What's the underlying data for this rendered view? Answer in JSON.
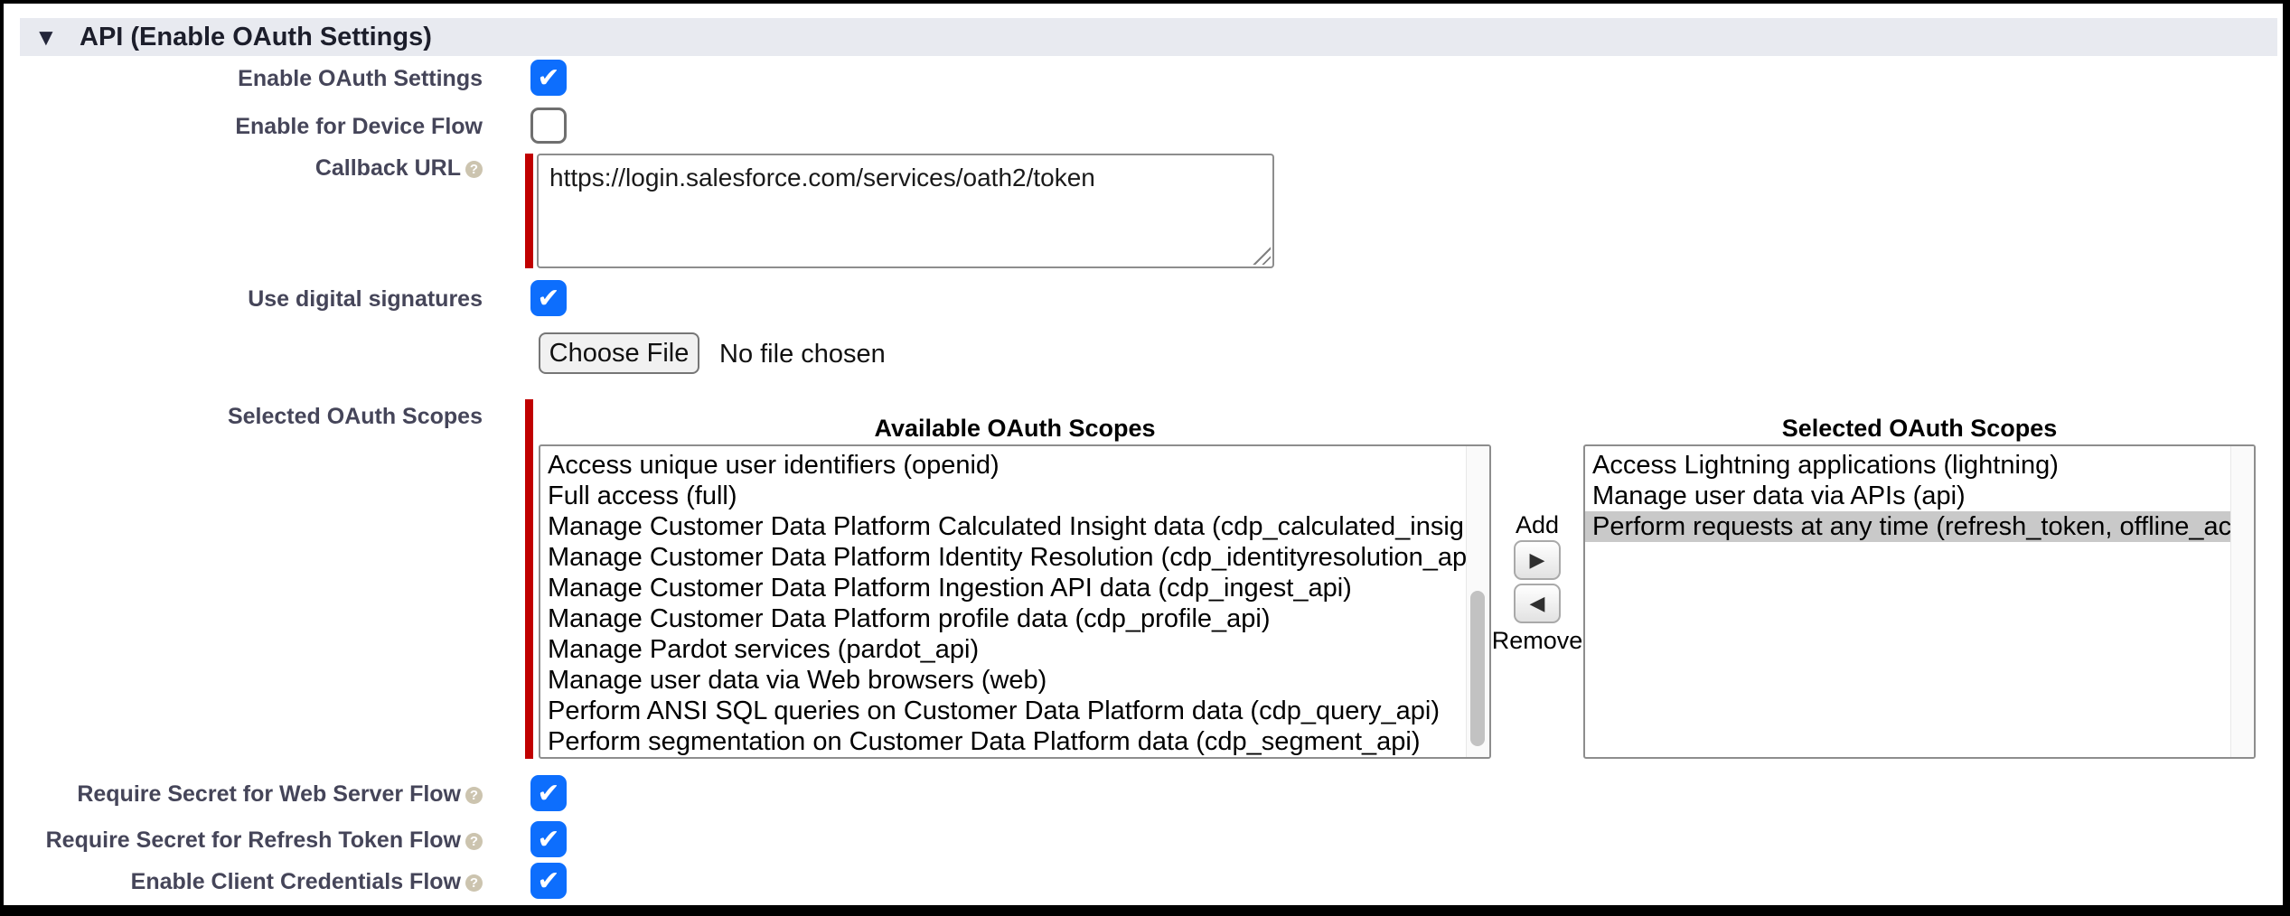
{
  "section_header": {
    "title": "API (Enable OAuth Settings)"
  },
  "icons": {
    "collapse": "▼",
    "checkmark": "✔",
    "add_arrow": "▶",
    "remove_arrow": "◀",
    "help": "?"
  },
  "rows": {
    "enable_oauth": {
      "label": "Enable OAuth Settings",
      "checked": true
    },
    "device_flow": {
      "label": "Enable for Device Flow",
      "checked": false
    },
    "callback_url": {
      "label": "Callback URL",
      "value": "https://login.salesforce.com/services/oath2/token",
      "required": true
    },
    "digital_signatures": {
      "label": "Use digital signatures",
      "checked": true
    },
    "certificate_upload": {
      "button_label": "Choose File",
      "status_text": "No file chosen"
    },
    "require_secret_web_server": {
      "label": "Require Secret for Web Server Flow",
      "checked": true
    },
    "require_secret_refresh_token": {
      "label": "Require Secret for Refresh Token Flow",
      "checked": true
    },
    "enable_client_credentials": {
      "label": "Enable Client Credentials Flow",
      "checked": true
    }
  },
  "scopes": {
    "field_label": "Selected OAuth Scopes",
    "required": true,
    "available_header": "Available OAuth Scopes",
    "selected_header": "Selected OAuth Scopes",
    "add_label": "Add",
    "remove_label": "Remove",
    "available": [
      "Access unique user identifiers (openid)",
      "Full access (full)",
      "Manage Customer Data Platform Calculated Insight data (cdp_calculated_insight_api)",
      "Manage Customer Data Platform Identity Resolution (cdp_identityresolution_api)",
      "Manage Customer Data Platform Ingestion API data (cdp_ingest_api)",
      "Manage Customer Data Platform profile data (cdp_profile_api)",
      "Manage Pardot services (pardot_api)",
      "Manage user data via Web browsers (web)",
      "Perform ANSI SQL queries on Customer Data Platform data (cdp_query_api)",
      "Perform segmentation on Customer Data Platform data (cdp_segment_api)"
    ],
    "selected": [
      "Access Lightning applications (lightning)",
      "Manage user data via APIs (api)",
      "Perform requests at any time (refresh_token, offline_access)"
    ],
    "selected_highlight_index": 2
  },
  "colors": {
    "section_bar_bg": "#E8EAF0",
    "checkbox_checked": "#0D6EFD",
    "required_bar": "#C00000",
    "selection_highlight": "#C9C9C9",
    "label_text": "#454559",
    "frame_border": "#000000"
  }
}
